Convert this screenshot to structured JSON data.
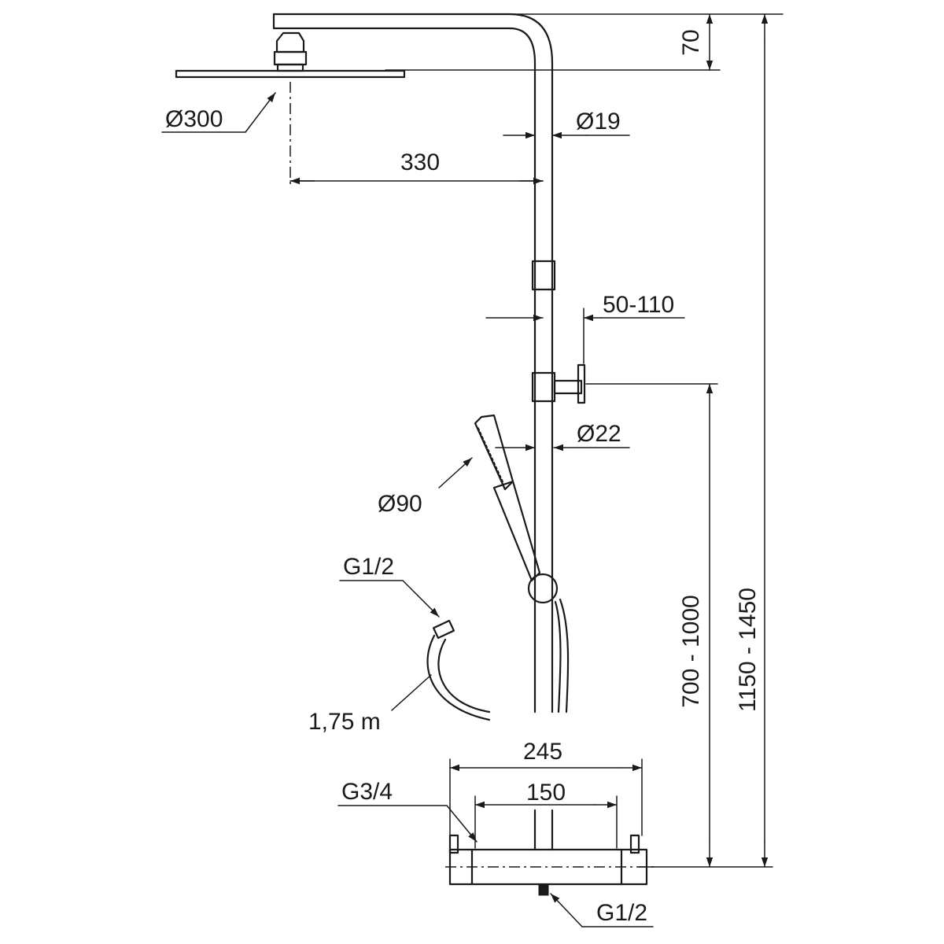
{
  "dimensions": {
    "head_diameter": "Ø300",
    "pipe_diameter": "Ø19",
    "arm_reach": "330",
    "head_height": "70",
    "wall_bracket": "50-110",
    "riser_diameter": "Ø22",
    "hand_shower_diameter": "Ø90",
    "hose_connector": "G1/2",
    "hose_length": "1,75 m",
    "bracket_height": "700 - 1000",
    "total_height": "1150 - 1450",
    "mixer_width": "245",
    "inlet_spacing": "150",
    "inlet_thread": "G3/4",
    "outlet_thread": "G1/2"
  }
}
